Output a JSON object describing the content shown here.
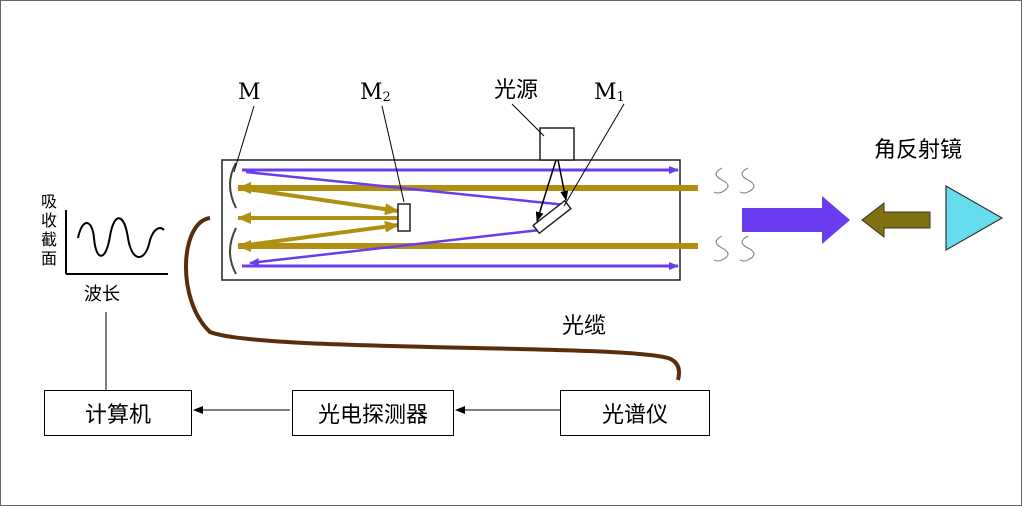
{
  "labels": {
    "mirror_m": "M",
    "mirror_m2_base": "M",
    "mirror_m2_sub": "2",
    "light_source": "光源",
    "mirror_m1_base": "M",
    "mirror_m1_sub": "1",
    "corner_reflector": "角反射镜",
    "fiber_cable": "光缆",
    "absorbance_axis": "吸收截面",
    "wavelength_axis": "波长"
  },
  "blocks": {
    "computer": "计算机",
    "photodetector": "光电探测器",
    "spectrometer": "光谱仪"
  },
  "colors": {
    "purple_beam": "#6a3cf0",
    "gold_beam": "#b09010",
    "cable": "#5a2d0c",
    "reflector": "#66ddee",
    "big_arrow": "#6a3cf0",
    "return_arrow": "#807010"
  }
}
